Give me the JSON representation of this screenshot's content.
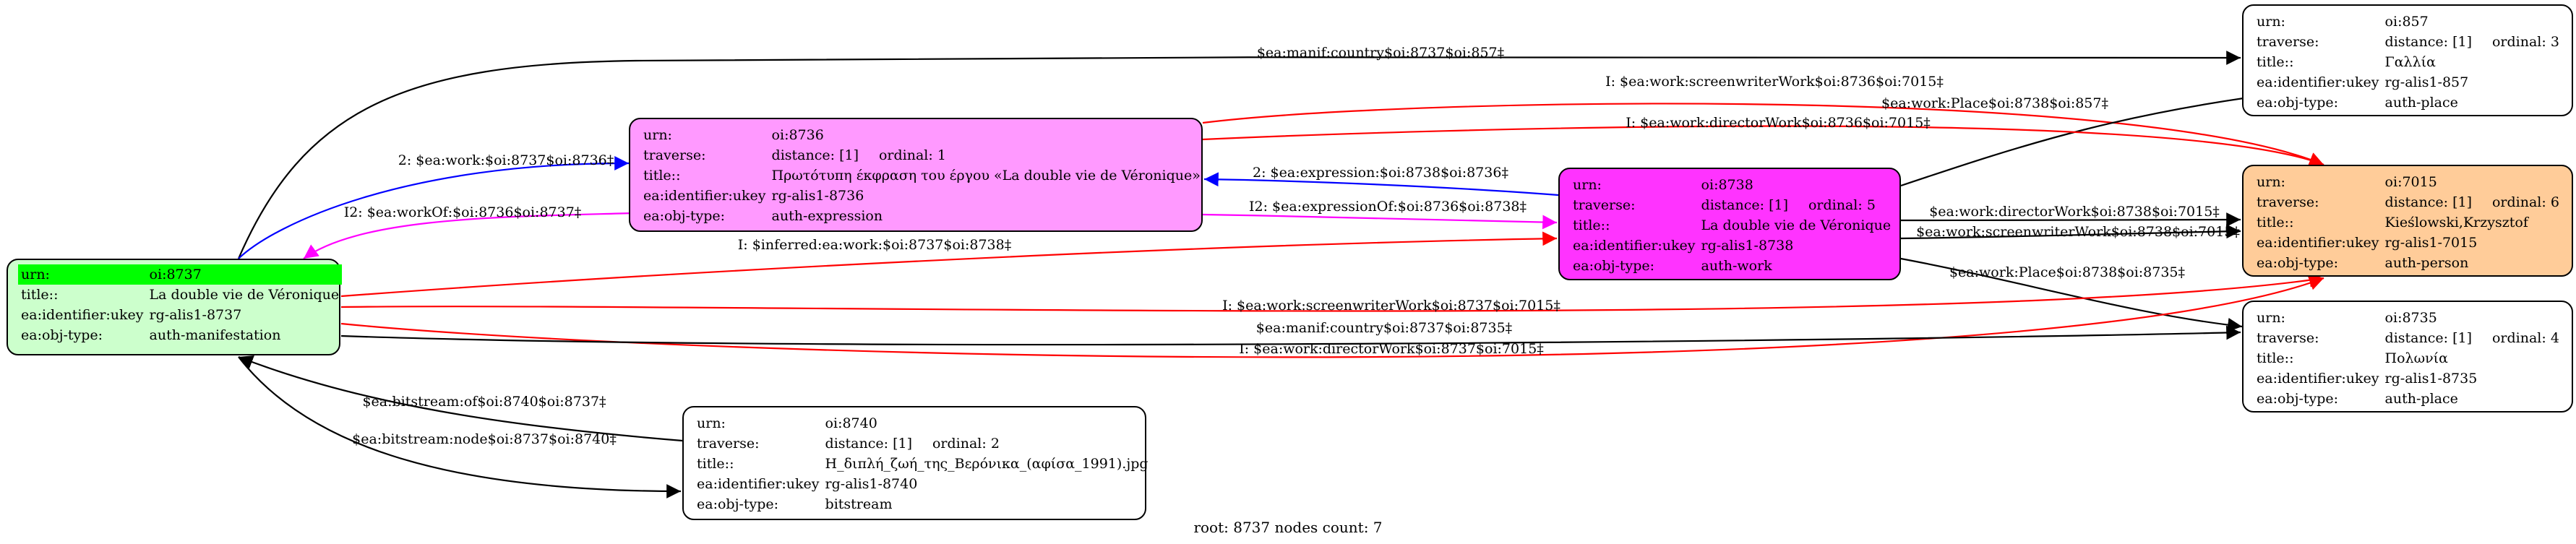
{
  "nodes": {
    "n8737": {
      "fill": "#ccffcc",
      "highlight": "#00ff00",
      "rows": [
        {
          "key": "urn:",
          "value": "oi:8737"
        },
        {
          "key": "title::",
          "value": "La double vie de Véronique"
        },
        {
          "key": "ea:identifier:ukey",
          "value": "rg-alis1-8737"
        },
        {
          "key": "ea:obj-type:",
          "value": "auth-manifestation"
        }
      ]
    },
    "n8736": {
      "fill": "#ff99ff",
      "rows": [
        {
          "key": "urn:",
          "value": "oi:8736"
        },
        {
          "key": "traverse:",
          "value": "distance: [1]",
          "extra": "ordinal: 1"
        },
        {
          "key": "title::",
          "value": "Πρωτότυπη έκφραση του έργου «La double vie de Véronique»"
        },
        {
          "key": "ea:identifier:ukey",
          "value": "rg-alis1-8736"
        },
        {
          "key": "ea:obj-type:",
          "value": "auth-expression"
        }
      ]
    },
    "n8738": {
      "fill": "#ff33ff",
      "rows": [
        {
          "key": "urn:",
          "value": "oi:8738"
        },
        {
          "key": "traverse:",
          "value": "distance: [1]",
          "extra": "ordinal: 5"
        },
        {
          "key": "title::",
          "value": "La double vie de Véronique"
        },
        {
          "key": "ea:identifier:ukey",
          "value": "rg-alis1-8738"
        },
        {
          "key": "ea:obj-type:",
          "value": "auth-work"
        }
      ]
    },
    "n8740": {
      "fill": "#ffffff",
      "rows": [
        {
          "key": "urn:",
          "value": "oi:8740"
        },
        {
          "key": "traverse:",
          "value": "distance: [1]",
          "extra": "ordinal: 2"
        },
        {
          "key": "title::",
          "value": "Η_διπλή_ζωή_της_Βερόνικα_(αφίσα_1991).jpg"
        },
        {
          "key": "ea:identifier:ukey",
          "value": "rg-alis1-8740"
        },
        {
          "key": "ea:obj-type:",
          "value": "bitstream"
        }
      ]
    },
    "n857": {
      "fill": "#ffffff",
      "rows": [
        {
          "key": "urn:",
          "value": "oi:857"
        },
        {
          "key": "traverse:",
          "value": "distance: [1]",
          "extra": "ordinal: 3"
        },
        {
          "key": "title::",
          "value": "Γαλλία"
        },
        {
          "key": "ea:identifier:ukey",
          "value": "rg-alis1-857"
        },
        {
          "key": "ea:obj-type:",
          "value": "auth-place"
        }
      ]
    },
    "n7015": {
      "fill": "#ffcc99",
      "rows": [
        {
          "key": "urn:",
          "value": "oi:7015"
        },
        {
          "key": "traverse:",
          "value": "distance: [1]",
          "extra": "ordinal: 6"
        },
        {
          "key": "title::",
          "value": "Kieślowski,Krzysztof"
        },
        {
          "key": "ea:identifier:ukey",
          "value": "rg-alis1-7015"
        },
        {
          "key": "ea:obj-type:",
          "value": "auth-person"
        }
      ]
    },
    "n8735": {
      "fill": "#ffffff",
      "rows": [
        {
          "key": "urn:",
          "value": "oi:8735"
        },
        {
          "key": "traverse:",
          "value": "distance: [1]",
          "extra": "ordinal: 4"
        },
        {
          "key": "title::",
          "value": "Πολωνία"
        },
        {
          "key": "ea:identifier:ukey",
          "value": "rg-alis1-8735"
        },
        {
          "key": "ea:obj-type:",
          "value": "auth-place"
        }
      ]
    }
  },
  "edges": [
    {
      "label": "$ea:manif:country$oi:8737$oi:857‡",
      "color": "#000000"
    },
    {
      "label": "I: $ea:work:screenwriterWork$oi:8736$oi:7015‡",
      "color": "#ff0000"
    },
    {
      "label": "$ea:work:Place$oi:8738$oi:857‡",
      "color": "#000000"
    },
    {
      "label": "I: $ea:work:directorWork$oi:8736$oi:7015‡",
      "color": "#ff0000"
    },
    {
      "label": "2: $ea:work:$oi:8737$oi:8736‡",
      "color": "#0000ff"
    },
    {
      "label": "2: $ea:expression:$oi:8738$oi:8736‡",
      "color": "#0000ff"
    },
    {
      "label": "I2: $ea:workOf:$oi:8736$oi:8737‡",
      "color": "#ff00ff"
    },
    {
      "label": "I2: $ea:expressionOf:$oi:8736$oi:8738‡",
      "color": "#ff00ff"
    },
    {
      "label": "$ea:work:directorWork$oi:8738$oi:7015‡",
      "color": "#000000"
    },
    {
      "label": "$ea:work:screenwriterWork$oi:8738$oi:7015‡",
      "color": "#000000"
    },
    {
      "label": "I: $inferred:ea:work:$oi:8737$oi:8738‡",
      "color": "#ff0000"
    },
    {
      "label": "$ea:work:Place$oi:8738$oi:8735‡",
      "color": "#000000"
    },
    {
      "label": "I: $ea:work:screenwriterWork$oi:8737$oi:7015‡",
      "color": "#ff0000"
    },
    {
      "label": "I: $ea:work:directorWork$oi:8737$oi:7015‡",
      "color": "#ff0000"
    },
    {
      "label": "$ea:manif:country$oi:8737$oi:8735‡",
      "color": "#000000"
    },
    {
      "label": "$ea:bitstream:of$oi:8740$oi:8737‡",
      "color": "#000000"
    },
    {
      "label": "$ea:bitstream:node$oi:8737$oi:8740‡",
      "color": "#000000"
    }
  ],
  "footer": "root: 8737 nodes count: 7"
}
